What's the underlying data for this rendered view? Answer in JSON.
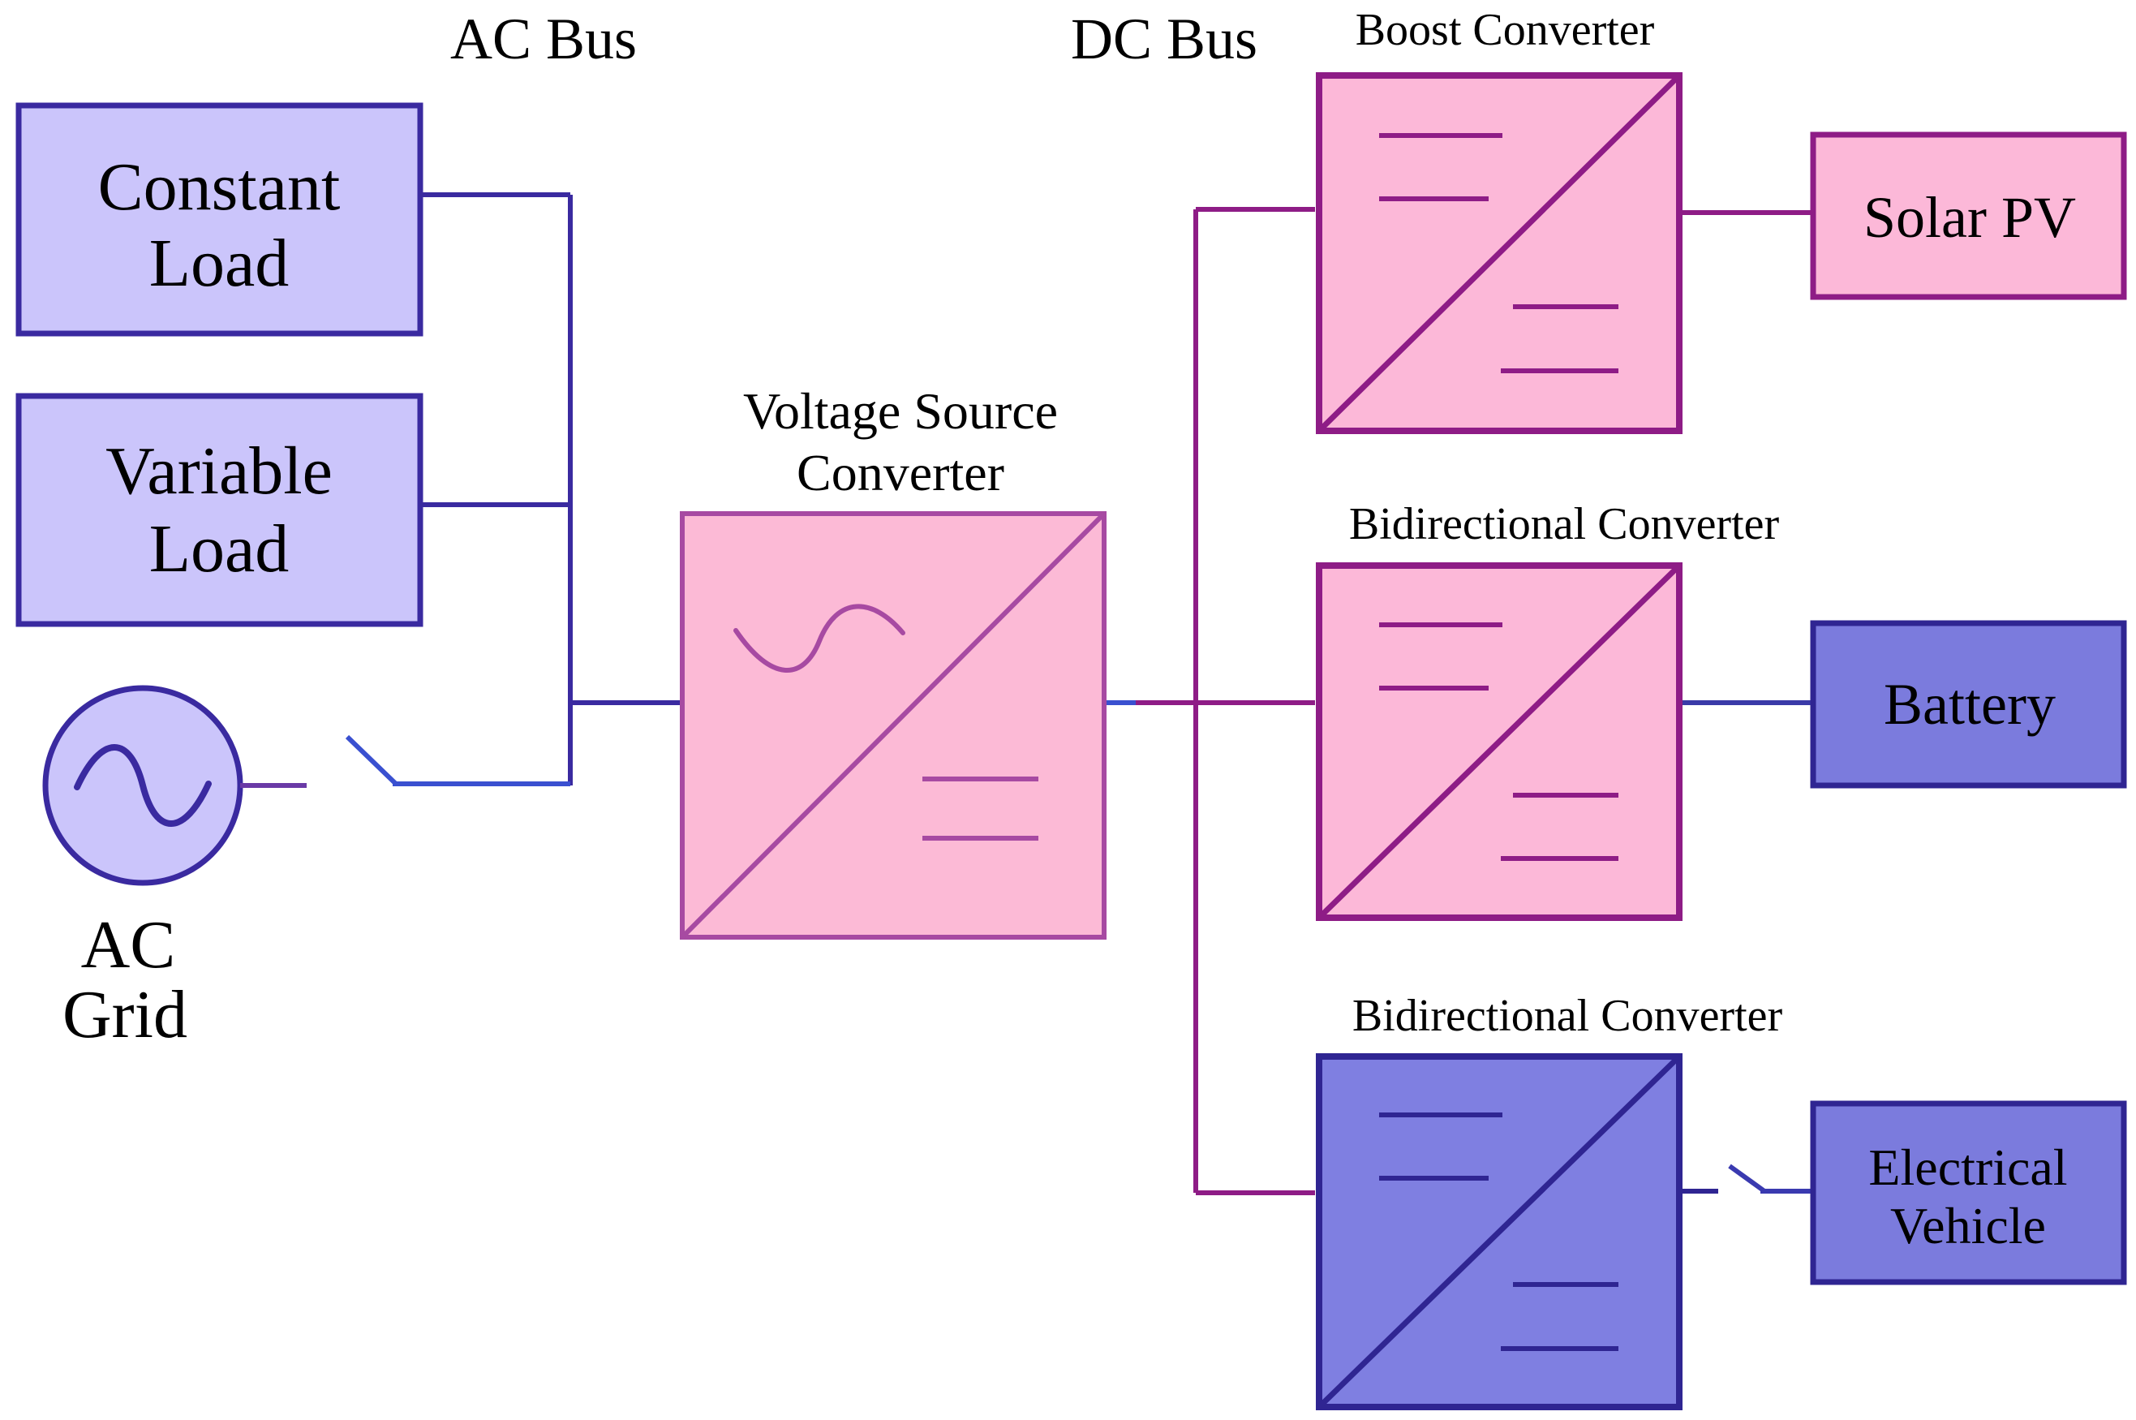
{
  "bus_labels": {
    "ac_bus": "AC Bus",
    "dc_bus": "DC Bus"
  },
  "ac_side": {
    "constant_load": {
      "line1": "Constant",
      "line2": "Load"
    },
    "variable_load": {
      "line1": "Variable",
      "line2": "Load"
    },
    "ac_grid": {
      "line1": "AC",
      "line2": "Grid",
      "icon": "ac-source-icon"
    }
  },
  "vsc": {
    "title_line1": "Voltage Source",
    "title_line2": "Converter",
    "icon": "ac-dc-converter-icon"
  },
  "dc_side": {
    "boost": {
      "title": "Boost Converter",
      "source": "Solar PV",
      "icon": "dc-dc-converter-icon"
    },
    "battery_converter": {
      "title": "Bidirectional Converter",
      "device": "Battery",
      "icon": "dc-dc-converter-icon"
    },
    "ev_converter": {
      "title": "Bidirectional Converter",
      "device_line1": "Electrical",
      "device_line2": "Vehicle",
      "icon": "dc-dc-converter-icon"
    }
  },
  "colors": {
    "lavender_fill": "#cbc5fb",
    "blue_stroke": "#3a2aa0",
    "pink_fill": "#fcb8d8",
    "magenta_stroke": "#8e1c86",
    "vsc_fill": "#fcbad6",
    "vsc_stroke": "#a74aa2",
    "purple_fill": "#7f7fe1",
    "dark_blue": "#2f2592",
    "battery_fill": "#7b7bdd"
  }
}
